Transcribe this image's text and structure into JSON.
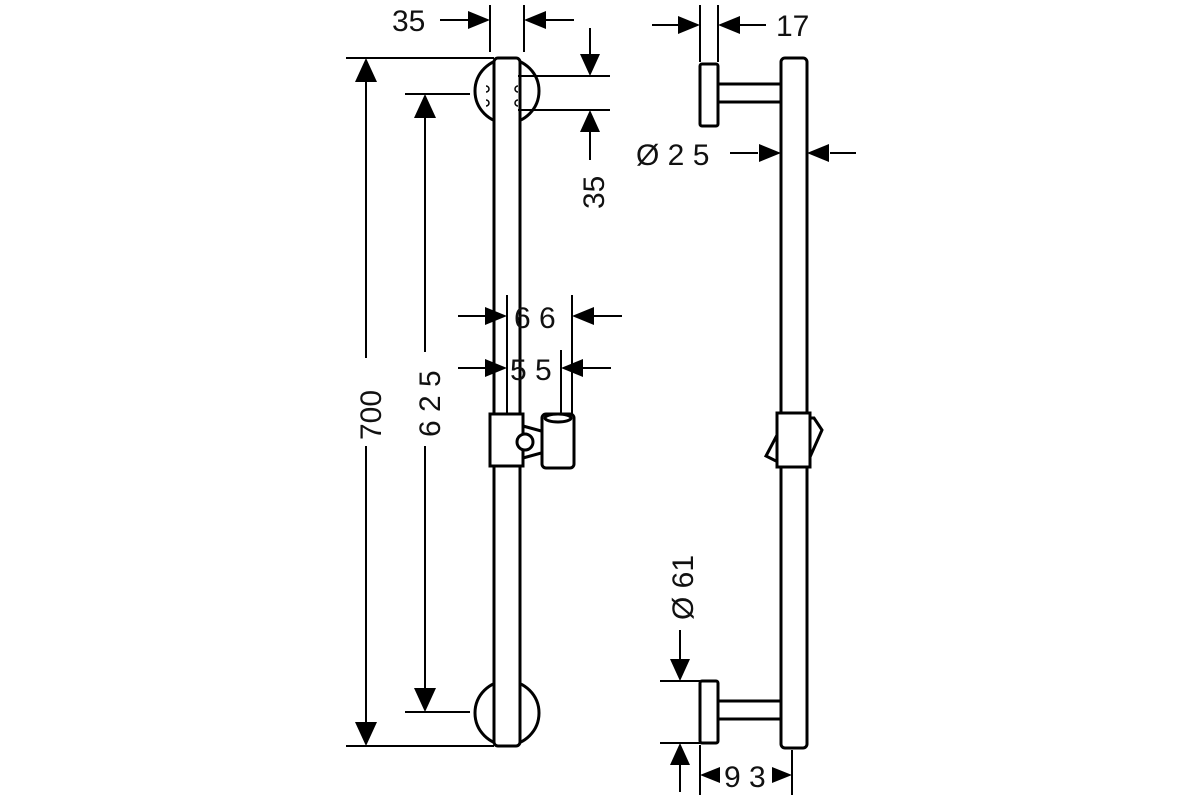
{
  "dimensions": {
    "d35_top": "35",
    "d35_side": "35",
    "d17": "17",
    "d25": "Ø 2 5",
    "d66": "6 6",
    "d55": "5 5",
    "d700": "700",
    "d625": "6 2 5",
    "d61": "Ø 61",
    "d93": "9 3"
  }
}
